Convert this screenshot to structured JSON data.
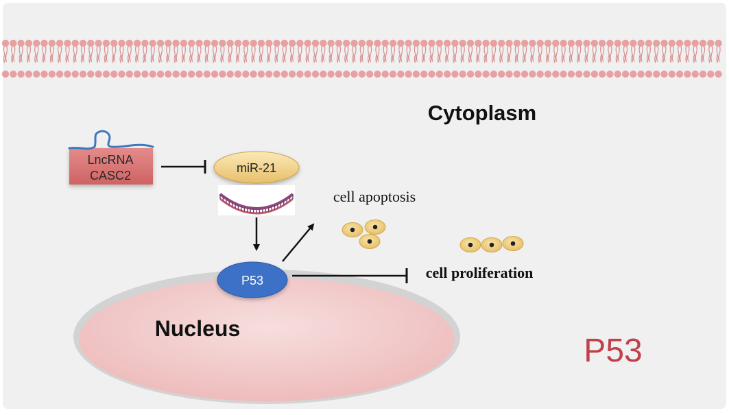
{
  "labels": {
    "cytoplasm": "Cytoplasm",
    "nucleus": "Nucleus",
    "lncrna_line1": "LncRNA",
    "lncrna_line2": "CASC2",
    "mir21": "miR-21",
    "p53_node": "P53",
    "cell_apoptosis": "cell apoptosis",
    "cell_proliferation": "cell proliferation",
    "p53_title": "P53"
  },
  "relations": [
    {
      "from": "LncRNA CASC2",
      "to": "miR-21",
      "type": "inhibits"
    },
    {
      "from": "miR-21",
      "to": "P53",
      "type": "activates"
    },
    {
      "from": "P53",
      "to": "cell apoptosis",
      "type": "activates"
    },
    {
      "from": "P53",
      "to": "cell proliferation",
      "type": "inhibits"
    }
  ],
  "colors": {
    "background": "#f0f0f0",
    "membrane_head": "#e8a1a1",
    "membrane_tail": "#d98f8f",
    "nucleus_fill": "#f2cfcf",
    "nucleus_outline": "#c8c8c8",
    "lncrna_box": "#d97070",
    "rna_strand": "#3f7fc0",
    "mir21_fill": "#f3d48d",
    "p53_fill": "#3c6fc7",
    "cell_fill": "#f0d088",
    "p53_title_color": "#c0414b"
  }
}
